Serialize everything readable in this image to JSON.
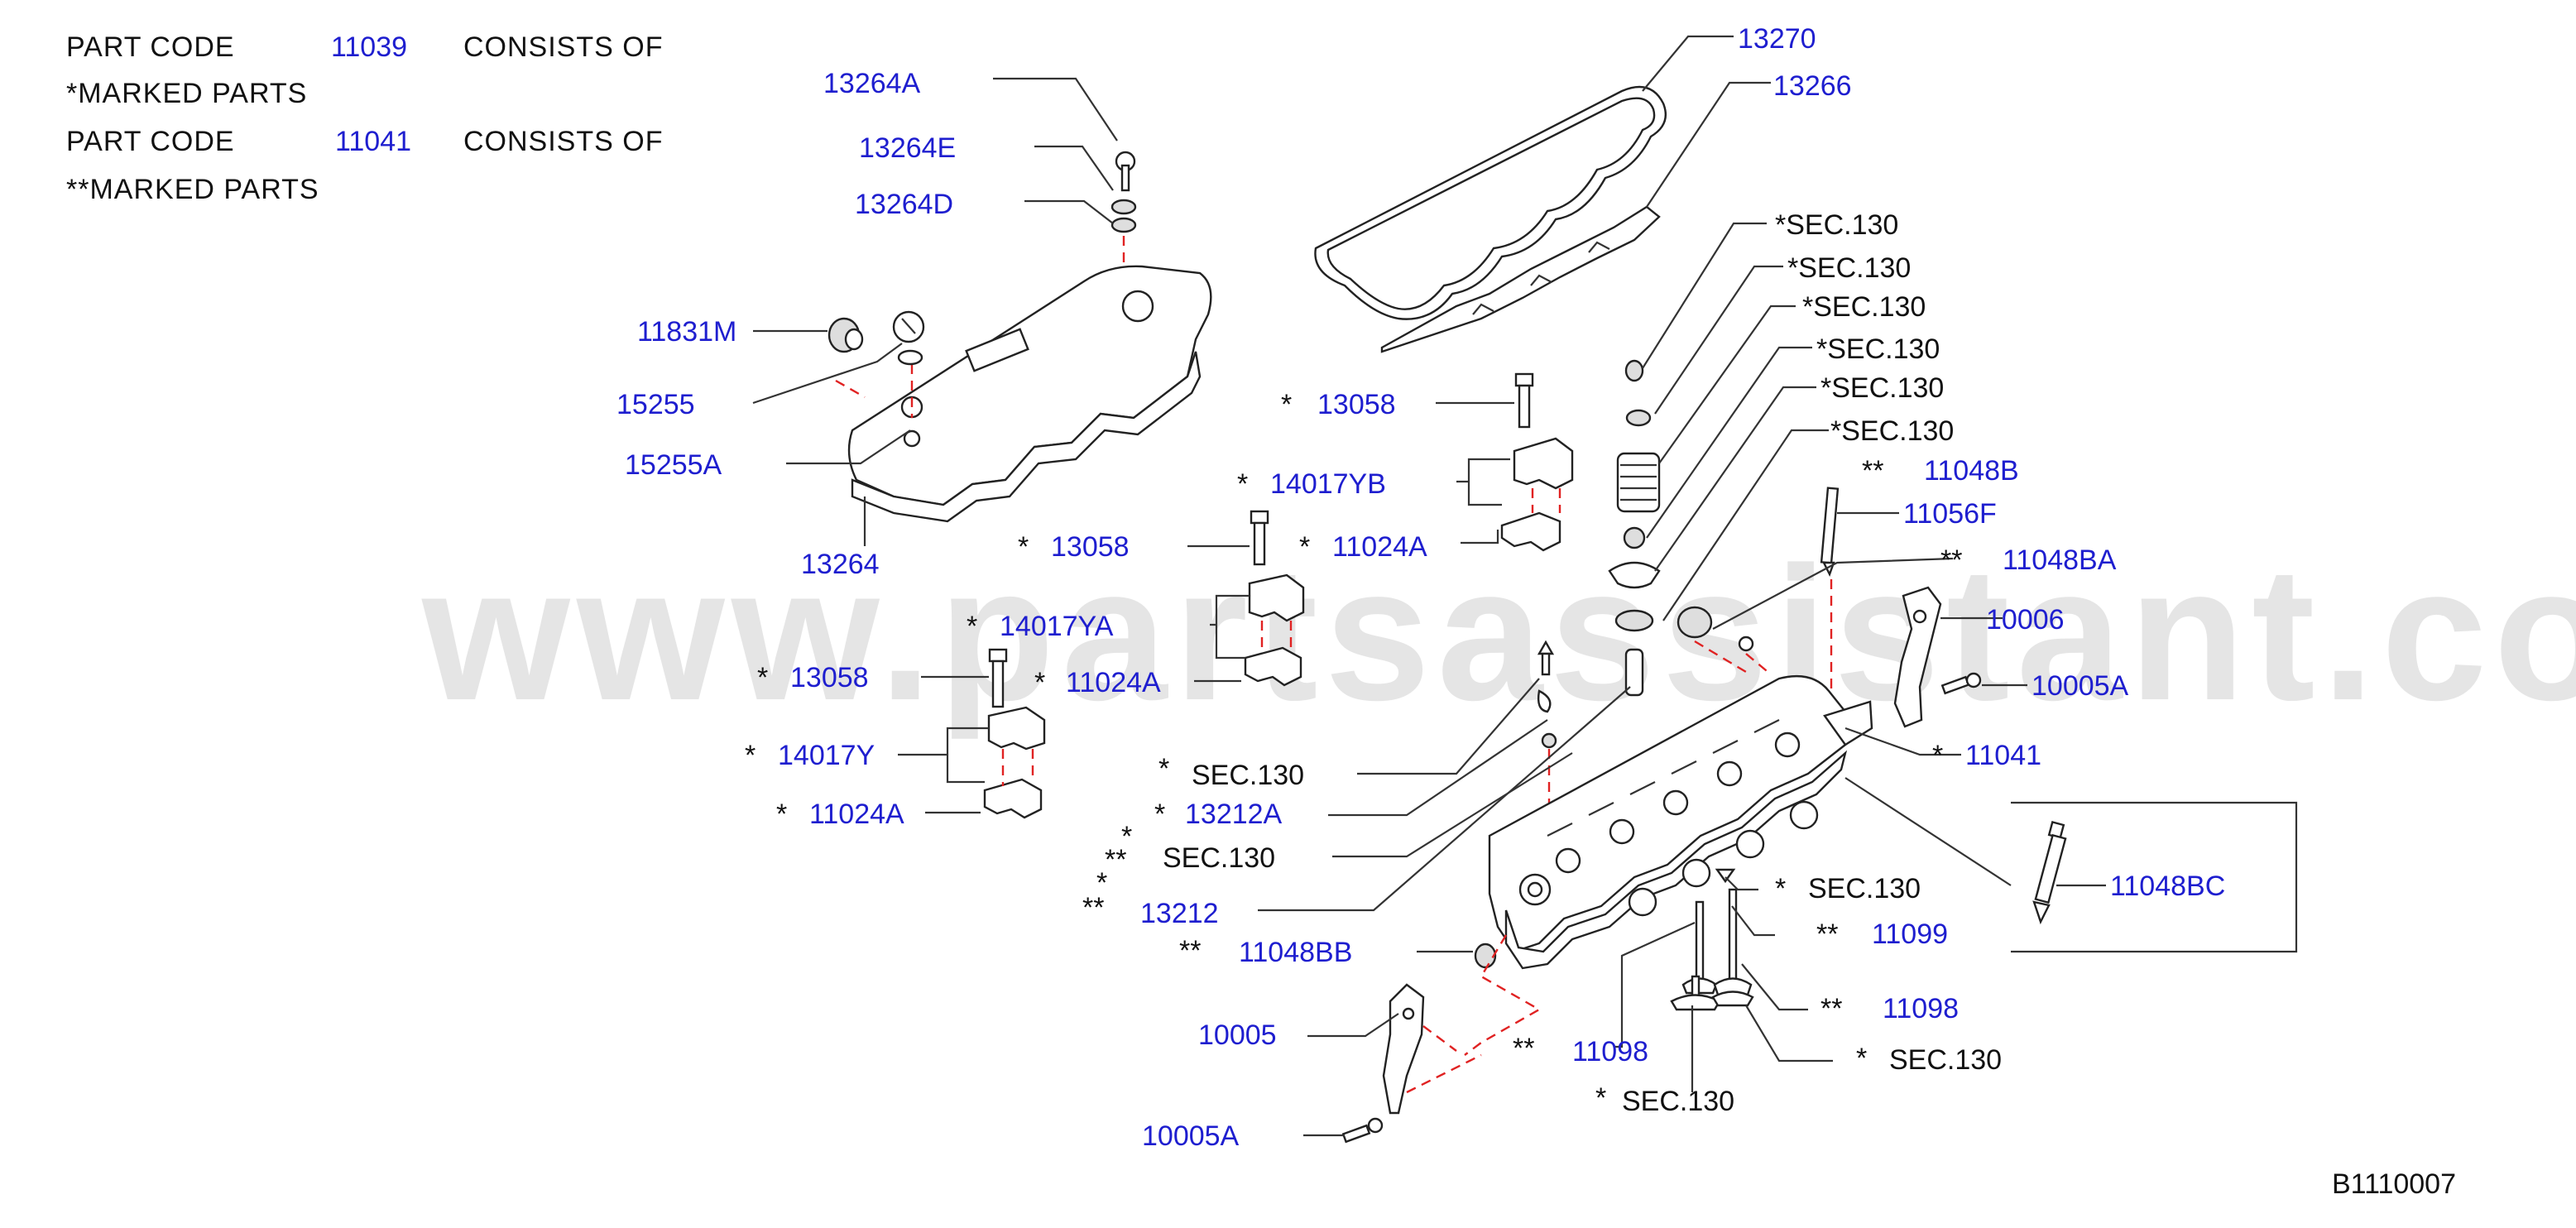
{
  "legend": {
    "line1_prefix": "PART   CODE",
    "line1_code": "11039",
    "line1_suffix": "CONSISTS   OF",
    "line2": "*MARKED   PARTS",
    "line3_prefix": "PART   CODE",
    "line3_code": "11041",
    "line3_suffix": "CONSISTS   OF",
    "line4": "**MARKED   PARTS"
  },
  "watermark": "www.partsassistant.com",
  "diagram_code": "B1110007",
  "markers": {
    "single": "*",
    "double": "**"
  },
  "colors": {
    "part_link": "#1e1ecf",
    "leader_line": "#333333",
    "assembly_dash": "#e02222"
  },
  "parts": [
    {
      "id": "p13270",
      "code": "13270"
    },
    {
      "id": "p13266",
      "code": "13266"
    },
    {
      "id": "p13264A",
      "code": "13264A"
    },
    {
      "id": "p13264E",
      "code": "13264E"
    },
    {
      "id": "p13264D",
      "code": "13264D"
    },
    {
      "id": "p11831M",
      "code": "11831M"
    },
    {
      "id": "p15255",
      "code": "15255"
    },
    {
      "id": "p15255A",
      "code": "15255A"
    },
    {
      "id": "p13264",
      "code": "13264"
    },
    {
      "id": "p13058a",
      "code": "13058"
    },
    {
      "id": "p14017YB",
      "code": "14017YB"
    },
    {
      "id": "p11024Aa",
      "code": "11024A"
    },
    {
      "id": "p13058b",
      "code": "13058"
    },
    {
      "id": "p14017YA",
      "code": "14017YA"
    },
    {
      "id": "p11024Ab",
      "code": "11024A"
    },
    {
      "id": "p13058c",
      "code": "13058"
    },
    {
      "id": "p14017Y",
      "code": "14017Y"
    },
    {
      "id": "p11024Ac",
      "code": "11024A"
    },
    {
      "id": "p11048B",
      "code": "11048B"
    },
    {
      "id": "p11056F",
      "code": "11056F"
    },
    {
      "id": "p11048BA",
      "code": "11048BA"
    },
    {
      "id": "p10006",
      "code": "10006"
    },
    {
      "id": "p10005A_r",
      "code": "10005A"
    },
    {
      "id": "p11041",
      "code": "11041"
    },
    {
      "id": "p11048BC",
      "code": "11048BC"
    },
    {
      "id": "p13212A",
      "code": "13212A"
    },
    {
      "id": "p13212",
      "code": "13212"
    },
    {
      "id": "p11048BB",
      "code": "11048BB"
    },
    {
      "id": "p10005",
      "code": "10005"
    },
    {
      "id": "p10005A_l",
      "code": "10005A"
    },
    {
      "id": "p11099",
      "code": "11099"
    },
    {
      "id": "p11098a",
      "code": "11098"
    },
    {
      "id": "p11098b",
      "code": "11098"
    }
  ],
  "sec_refs": [
    {
      "id": "s1",
      "text": "*SEC.130"
    },
    {
      "id": "s2",
      "text": "*SEC.130"
    },
    {
      "id": "s3",
      "text": "*SEC.130"
    },
    {
      "id": "s4",
      "text": "*SEC.130"
    },
    {
      "id": "s5",
      "text": "*SEC.130"
    },
    {
      "id": "s6",
      "text": "*SEC.130"
    },
    {
      "id": "s7",
      "text": "SEC.130"
    },
    {
      "id": "s8",
      "text": "SEC.130"
    },
    {
      "id": "s9",
      "text": "SEC.130"
    },
    {
      "id": "s10",
      "text": "SEC.130"
    },
    {
      "id": "s11",
      "text": "SEC.130"
    }
  ]
}
